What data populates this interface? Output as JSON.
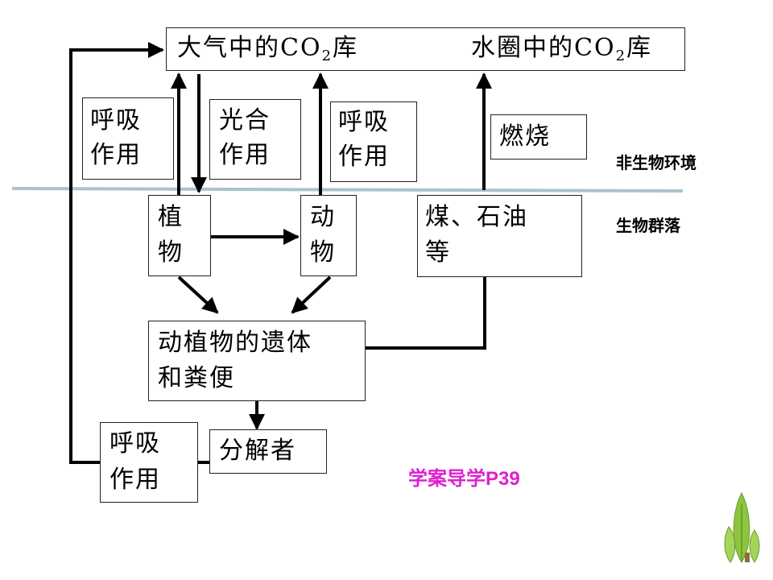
{
  "atmosphere": {
    "prefix": "大气中的CO",
    "sub": "2",
    "suffix": "库"
  },
  "hydrosphere": {
    "prefix": "水圈中的CO",
    "sub": "2",
    "suffix": "库"
  },
  "labels": {
    "respiration_left": [
      "呼吸",
      "作用"
    ],
    "photosynthesis": [
      "光合",
      "作用"
    ],
    "respiration_mid": [
      "呼吸",
      "作用"
    ],
    "combustion": "燃烧",
    "respiration_bottom": [
      "呼吸",
      "作用"
    ]
  },
  "nodes": {
    "plant": [
      "植",
      "物"
    ],
    "animal": [
      "动",
      "物"
    ],
    "fossil": [
      "煤、石油",
      "等"
    ],
    "remains": [
      "动植物的遗体",
      "和粪便"
    ],
    "decomposer": "分解者"
  },
  "zones": {
    "abiotic": "非生物环境",
    "biotic": "生物群落"
  },
  "reference": "学案导学P39",
  "colors": {
    "reference": "#e020d0",
    "divider": "#a9c3cc",
    "leaf": "#8cc63f"
  }
}
